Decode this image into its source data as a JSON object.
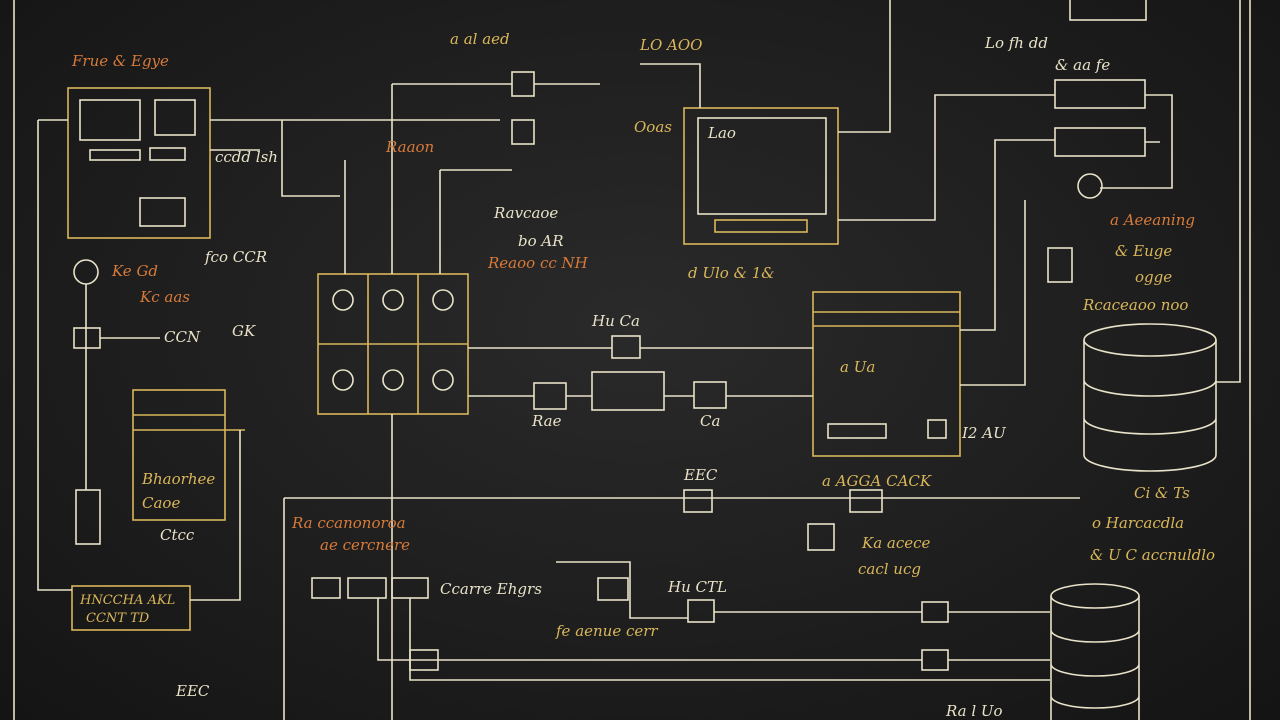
{
  "diagram": {
    "colors": {
      "background": "#1e1e1e",
      "chalk_white": "#e8e2c8",
      "chalk_yellow": "#d9b65a",
      "chalk_orange": "#d77a3a"
    },
    "labels": {
      "top_left_title": "Frue & Egye",
      "top_note": "a al aed",
      "top_box_label": "LO AOO",
      "top_right_note": "Lo fh dd",
      "top_right_note2": "& aa fe",
      "left_ccds": "ccdd lsh",
      "left_fco": "fco CCR",
      "left_ke": "Ke Gd",
      "left_scc": "Kc aas",
      "left_ccn": "CCN",
      "left_gk": "GK",
      "center_note1": "Raaon",
      "center_note2": "Ravcaoe",
      "center_note3": "bo AR",
      "center_note4": "Reaoo cc NH",
      "monitor_label": "Lao",
      "monitor_side": "Ooas",
      "under_monitor": "d Ulo & 1&",
      "right_notes": [
        "a Aeeaning",
        "& Euge",
        "ogge",
        "Rcaceaoo noo"
      ],
      "mid_label": "Hu Ca",
      "mid_small1": "Rae",
      "mid_small2": "Ca",
      "panel_label": "a Ua",
      "panel_side": "I2 AU",
      "left_box_lines": [
        "Bhaorhee",
        "Caoe"
      ],
      "left_box_note": "Ctcc",
      "bottom_left_box": [
        "HNCCHA AKL",
        "CCNT TD"
      ],
      "bottom_left_tag": "EEC",
      "center_bottom1": "Ra ccanonoroa",
      "center_bottom2": "ae cercnere",
      "center_bottom3": "Ccarre Ehgrs",
      "ctl_top": "EEC",
      "ctl_label": "Hu CTL",
      "hu_aenue": "fe aenue cerr",
      "aggc": "a AGGA CACK",
      "kaa": [
        "Ka acece",
        "cacl ucg"
      ],
      "right_bottom_notes": [
        "Ci & Ts",
        "o Harcacdla",
        "& U C accnuldlo"
      ],
      "bottom_right": "Ra l Uo"
    }
  }
}
